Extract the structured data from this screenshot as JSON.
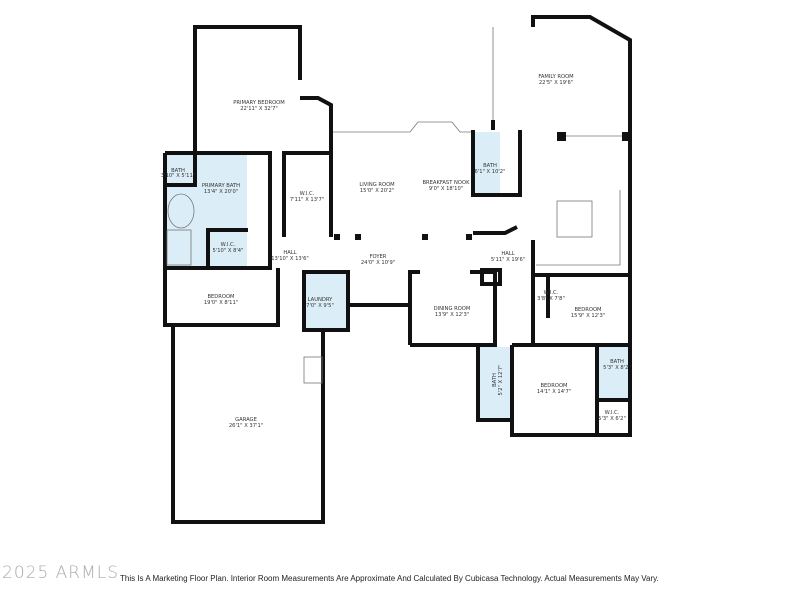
{
  "rooms": {
    "primary_bedroom": {
      "name": "PRIMARY BEDROOM",
      "dims": "22'11\" X 32'7\""
    },
    "bath_small": {
      "name": "BATH",
      "dims": "3'10\" X 5'11\""
    },
    "primary_bath": {
      "name": "PRIMARY BATH",
      "dims": "13'4\" X 20'0\""
    },
    "wic_primary": {
      "name": "W.I.C.",
      "dims": "7'11\" X 13'7\""
    },
    "wic_bath": {
      "name": "W.I.C.",
      "dims": "5'10\" X 8'4\""
    },
    "hall_left": {
      "name": "HALL",
      "dims": "13'10\" X 13'6\""
    },
    "living_room": {
      "name": "LIVING ROOM",
      "dims": "15'0\" X 20'2\""
    },
    "breakfast_nook": {
      "name": "BREAKFAST NOOK",
      "dims": "9'0\" X 18'10\""
    },
    "bath_center": {
      "name": "BATH",
      "dims": "6'1\" X 10'2\""
    },
    "family_room": {
      "name": "FAMILY ROOM",
      "dims": "22'5\" X 19'6\""
    },
    "foyer": {
      "name": "FOYER",
      "dims": "24'0\" X 10'9\""
    },
    "hall_right": {
      "name": "HALL",
      "dims": "5'11\" X 19'6\""
    },
    "bedroom_left": {
      "name": "BEDROOM",
      "dims": "19'0\" X 8'11\""
    },
    "laundry": {
      "name": "LAUNDRY",
      "dims": "7'0\" X 9'5\""
    },
    "dining_room": {
      "name": "DINING ROOM",
      "dims": "13'9\" X 12'3\""
    },
    "wic_right": {
      "name": "W.I.C.",
      "dims": "3'8\" X 7'8\""
    },
    "bedroom_right": {
      "name": "BEDROOM",
      "dims": "15'9\" X 12'3\""
    },
    "bath_vertical": {
      "name": "BATH",
      "dims": "5'2\" X 12'7\""
    },
    "bedroom_bottom": {
      "name": "BEDROOM",
      "dims": "14'1\" X 14'7\""
    },
    "bath_right": {
      "name": "BATH",
      "dims": "5'3\" X 8'2\""
    },
    "wic_bottom": {
      "name": "W.I.C.",
      "dims": "5'3\" X 6'2\""
    },
    "garage": {
      "name": "GARAGE",
      "dims": "26'1\" X 37'1\""
    }
  },
  "watermark": "2025 ARMLS",
  "disclaimer": "This Is A Marketing Floor Plan. Interior Room Measurements Are Approximate And Calculated By Cubicasa Technology. Actual Measurements May Vary.",
  "colors": {
    "wall": "#111111",
    "wet_area": "#dbeef8"
  }
}
